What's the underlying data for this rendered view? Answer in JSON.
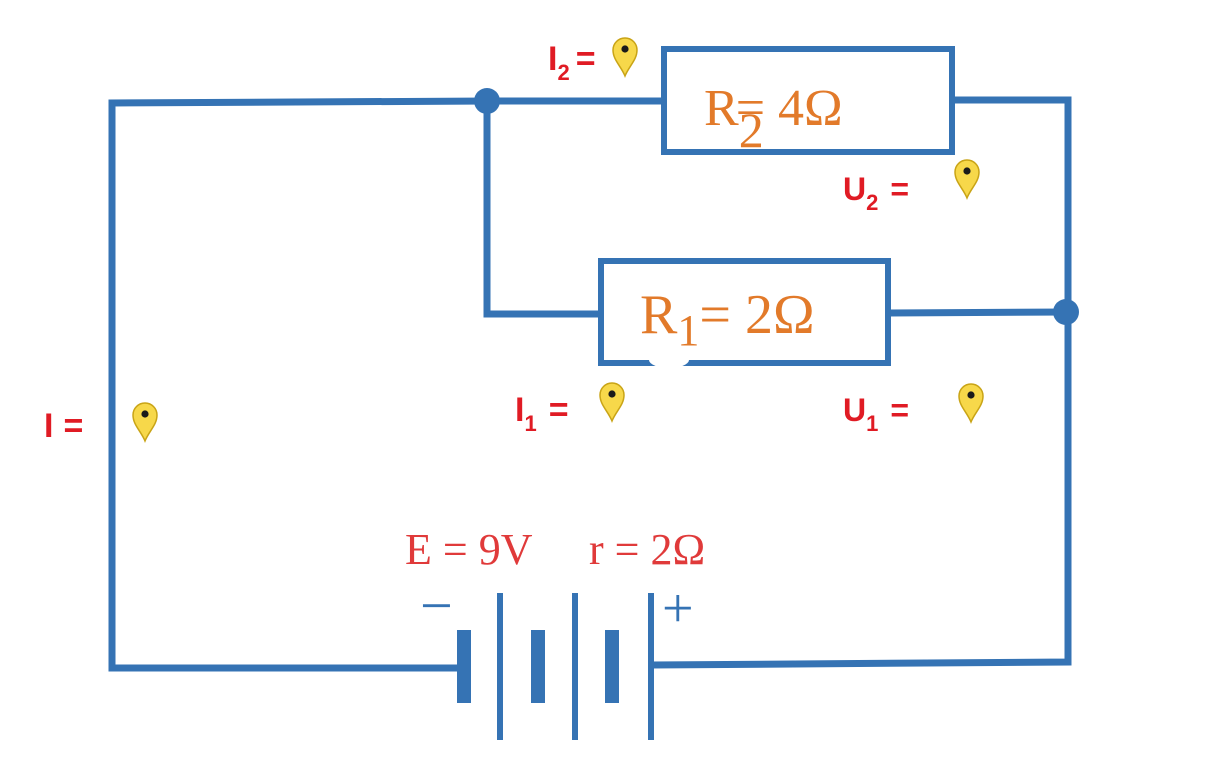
{
  "colors": {
    "wire": "#3573b4",
    "resistor_text": "#e27a2a",
    "label_red": "#e01b24",
    "battery_text": "#e03a3a",
    "pin_fill": "#f7d84a",
    "pin_stroke": "#c9a416",
    "pin_dot": "#1a1a1a"
  },
  "resistors": {
    "r2": {
      "symbol": "R",
      "sub": "2",
      "value": "= 4Ω"
    },
    "r1": {
      "symbol": "R",
      "sub": "1",
      "value": "= 2Ω"
    }
  },
  "labels": {
    "i_total": {
      "main": "I",
      "sub": "",
      "eq": "="
    },
    "i1": {
      "main": "I",
      "sub": "1",
      "eq": "="
    },
    "i2": {
      "main": "I",
      "sub": "2",
      "eq": "="
    },
    "u1": {
      "main": "U",
      "sub": "1",
      "eq": "="
    },
    "u2": {
      "main": "U",
      "sub": "2",
      "eq": "="
    }
  },
  "battery": {
    "emf": "E = 9V",
    "internal_resistance": "r = 2Ω",
    "minus_sign": "−",
    "plus_sign": "+"
  },
  "pins": [
    "i2-pin",
    "u2-pin",
    "i1-pin",
    "u1-pin",
    "i-pin"
  ],
  "icons": {
    "pin": "map-marker-icon"
  }
}
